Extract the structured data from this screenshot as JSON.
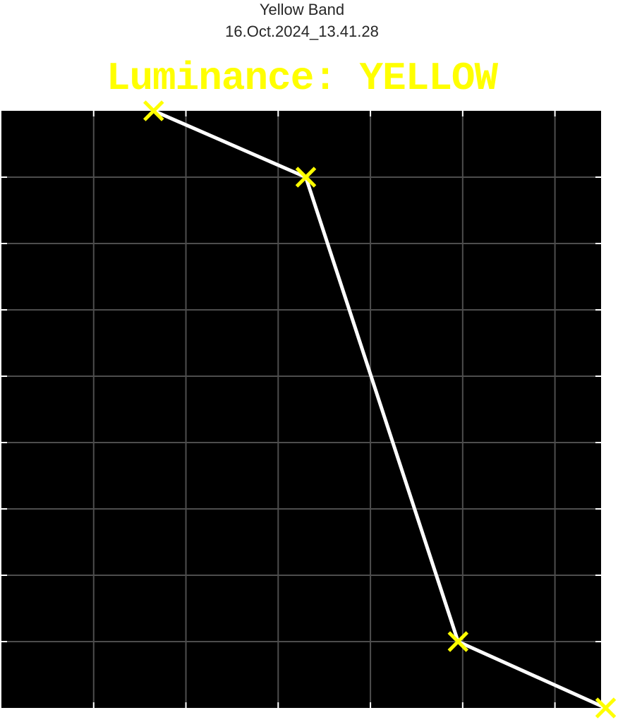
{
  "figure": {
    "title": "Yellow Band",
    "subtitle": "16.Oct.2024_13.41.28",
    "annotation": "Luminance: YELLOW"
  },
  "colors": {
    "background": "#ffffff",
    "axes_background": "#000000",
    "grid": "#4d4d4d",
    "line": "#ffffff",
    "marker": "#ffff00",
    "annotation": "#ffff00",
    "title_text": "#262626"
  },
  "chart_data": {
    "type": "line",
    "title": "Yellow Band",
    "subtitle": "16.Oct.2024_13.41.28",
    "annotation": "Luminance: YELLOW",
    "xlabel": "",
    "ylabel": "",
    "xlim": [
      0,
      6.5
    ],
    "ylim": [
      0,
      9
    ],
    "x_ticks": [
      0,
      1,
      2,
      3,
      4,
      5,
      6
    ],
    "y_ticks": [
      0,
      1,
      2,
      3,
      4,
      5,
      6,
      7,
      8,
      9
    ],
    "grid": true,
    "tick_labels_visible": false,
    "marker": "x",
    "series": [
      {
        "x": [
          1.65,
          3.3,
          4.95,
          6.55
        ],
        "y": [
          9.0,
          8.0,
          1.0,
          0.0
        ]
      }
    ]
  }
}
